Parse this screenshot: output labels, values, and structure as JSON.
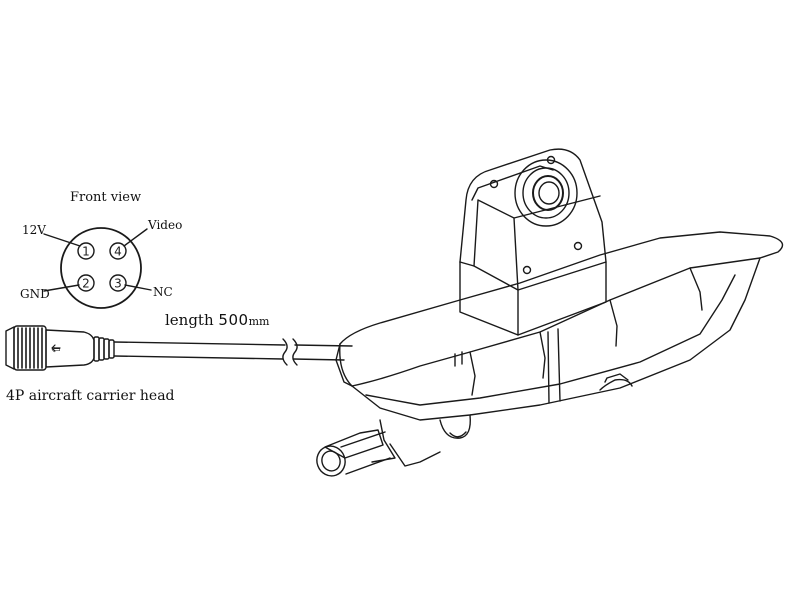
{
  "diagram": {
    "front_view_label": "Front view",
    "pins": [
      {
        "number": "1",
        "label": "12V"
      },
      {
        "number": "4",
        "label": "Video"
      },
      {
        "number": "2",
        "label": "GND"
      },
      {
        "number": "3",
        "label": "NC"
      }
    ],
    "cable": {
      "length_prefix": "length",
      "length_value": "500",
      "length_unit": "mm"
    },
    "connector_label": "4P aircraft carrier head",
    "connector_arrow": "⇦"
  }
}
